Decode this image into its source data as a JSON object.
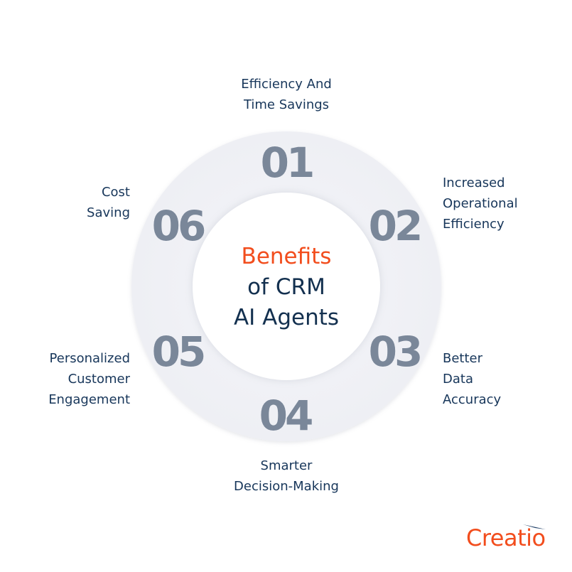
{
  "diagram": {
    "title": {
      "highlight": "Benefits",
      "line2": "of CRM",
      "line3": "AI Agents"
    },
    "colors": {
      "accent": "#f24d1d",
      "text": "#17365a",
      "numbers": "#7a8799",
      "ring": "#eeeff4"
    },
    "items": [
      {
        "number": "01",
        "lines": [
          "Efficiency And",
          "Time Savings"
        ]
      },
      {
        "number": "02",
        "lines": [
          "Increased",
          "Operational",
          "Efficiency"
        ]
      },
      {
        "number": "03",
        "lines": [
          "Better",
          "Data",
          "Accuracy"
        ]
      },
      {
        "number": "04",
        "lines": [
          "Smarter",
          "Decision-Making"
        ]
      },
      {
        "number": "05",
        "lines": [
          "Personalized",
          "Customer",
          "Engagement"
        ]
      },
      {
        "number": "06",
        "lines": [
          "Cost",
          "Saving"
        ]
      }
    ]
  },
  "brand": {
    "logo_text": "Creatio"
  }
}
